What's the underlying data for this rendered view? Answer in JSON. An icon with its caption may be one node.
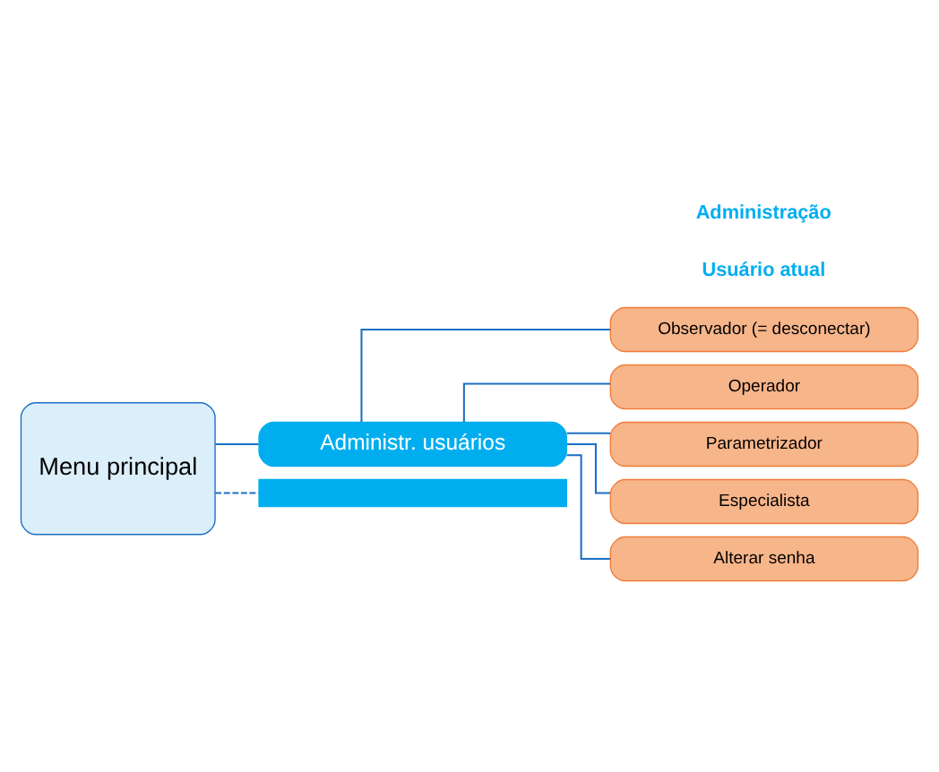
{
  "diagram": {
    "nodes": [
      {
        "text": [
          "Menu principal"
        ]
      },
      {
        "text": [
          "Administr. usuários"
        ]
      },
      {
        "text": [
          "Observador (= desconectar)"
        ]
      },
      {
        "text": [
          "Operador"
        ]
      },
      {
        "text": [
          "Parametrizador"
        ]
      },
      {
        "text": [
          "Especialista"
        ]
      },
      {
        "text": [
          "Alterar senha"
        ]
      },
      {
        "text": [],
        "shape": "bar"
      }
    ],
    "edges": [
      {
        "from": 0,
        "to": 1,
        "arrow": "none"
      },
      {
        "from": 1,
        "to": 2,
        "arrow": "none"
      },
      {
        "from": 1,
        "to": 3,
        "arrow": "none"
      },
      {
        "from": 1,
        "to": 4,
        "arrow": "none"
      },
      {
        "from": 1,
        "to": 5,
        "arrow": "none"
      },
      {
        "from": 1,
        "to": 6,
        "arrow": "none"
      },
      {
        "from": 0,
        "to": 7,
        "arrow": "none",
        "style": "dashed"
      }
    ],
    "labels": [
      "Usuário atual",
      "Administração"
    ]
  }
}
